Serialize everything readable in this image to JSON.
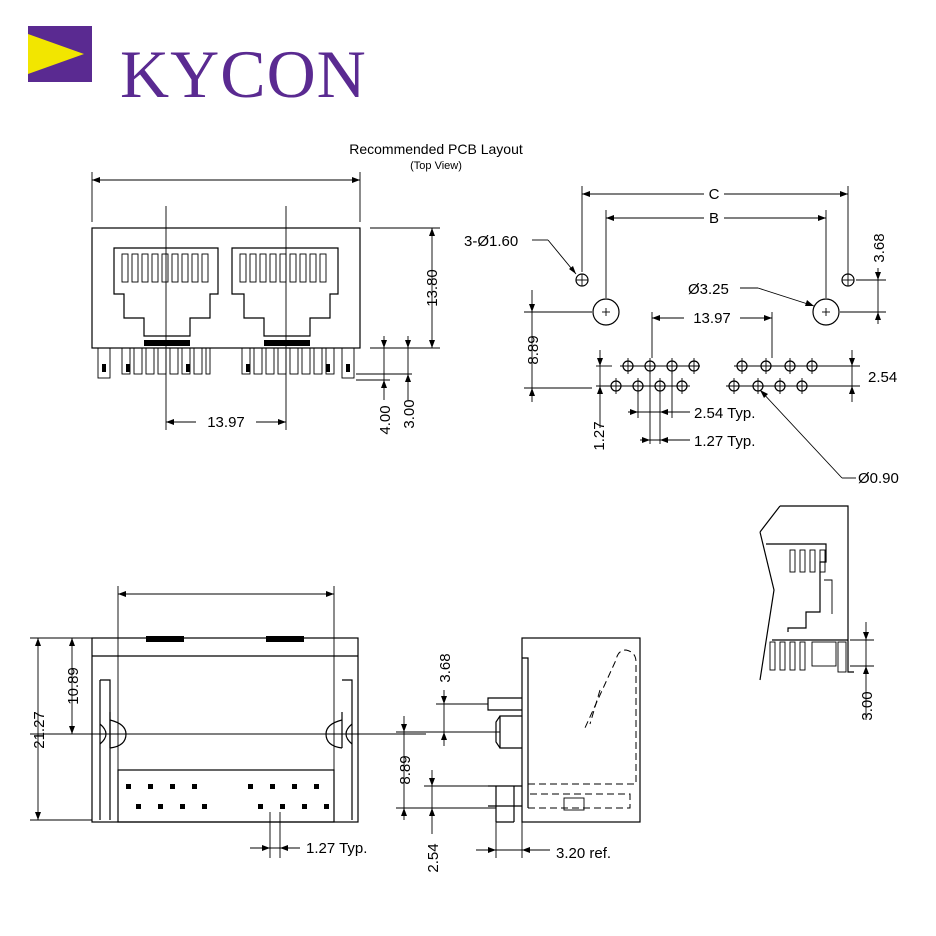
{
  "brand": {
    "name": "KYCON",
    "color": "#5a2a91",
    "accent": "#f2e600"
  },
  "pcb": {
    "title": "Recommended PCB Layout",
    "subtitle": "(Top View)"
  },
  "dims": {
    "front_width_1397": "13.97",
    "front_height_1380": "13.80",
    "front_400": "4.00",
    "front_300": "3.00",
    "pcb_c": "C",
    "pcb_b": "B",
    "pcb_hole_small": "3-Ø1.60",
    "pcb_368": "3.68",
    "pcb_hole_large": "Ø3.25",
    "pcb_1397": "13.97",
    "pcb_889": "8.89",
    "pcb_254": "2.54",
    "pcb_127": "1.27",
    "pcb_254_typ": "2.54 Typ.",
    "pcb_127_typ": "1.27 Typ.",
    "pcb_pin_hole": "Ø0.90",
    "detail_300": "3.00",
    "bottom_2127": "21.27",
    "bottom_1089": "10.89",
    "bottom_127_typ": "1.27 Typ.",
    "side_368": "3.68",
    "side_889": "8.89",
    "side_254": "2.54",
    "side_320_ref": "3.20 ref."
  }
}
